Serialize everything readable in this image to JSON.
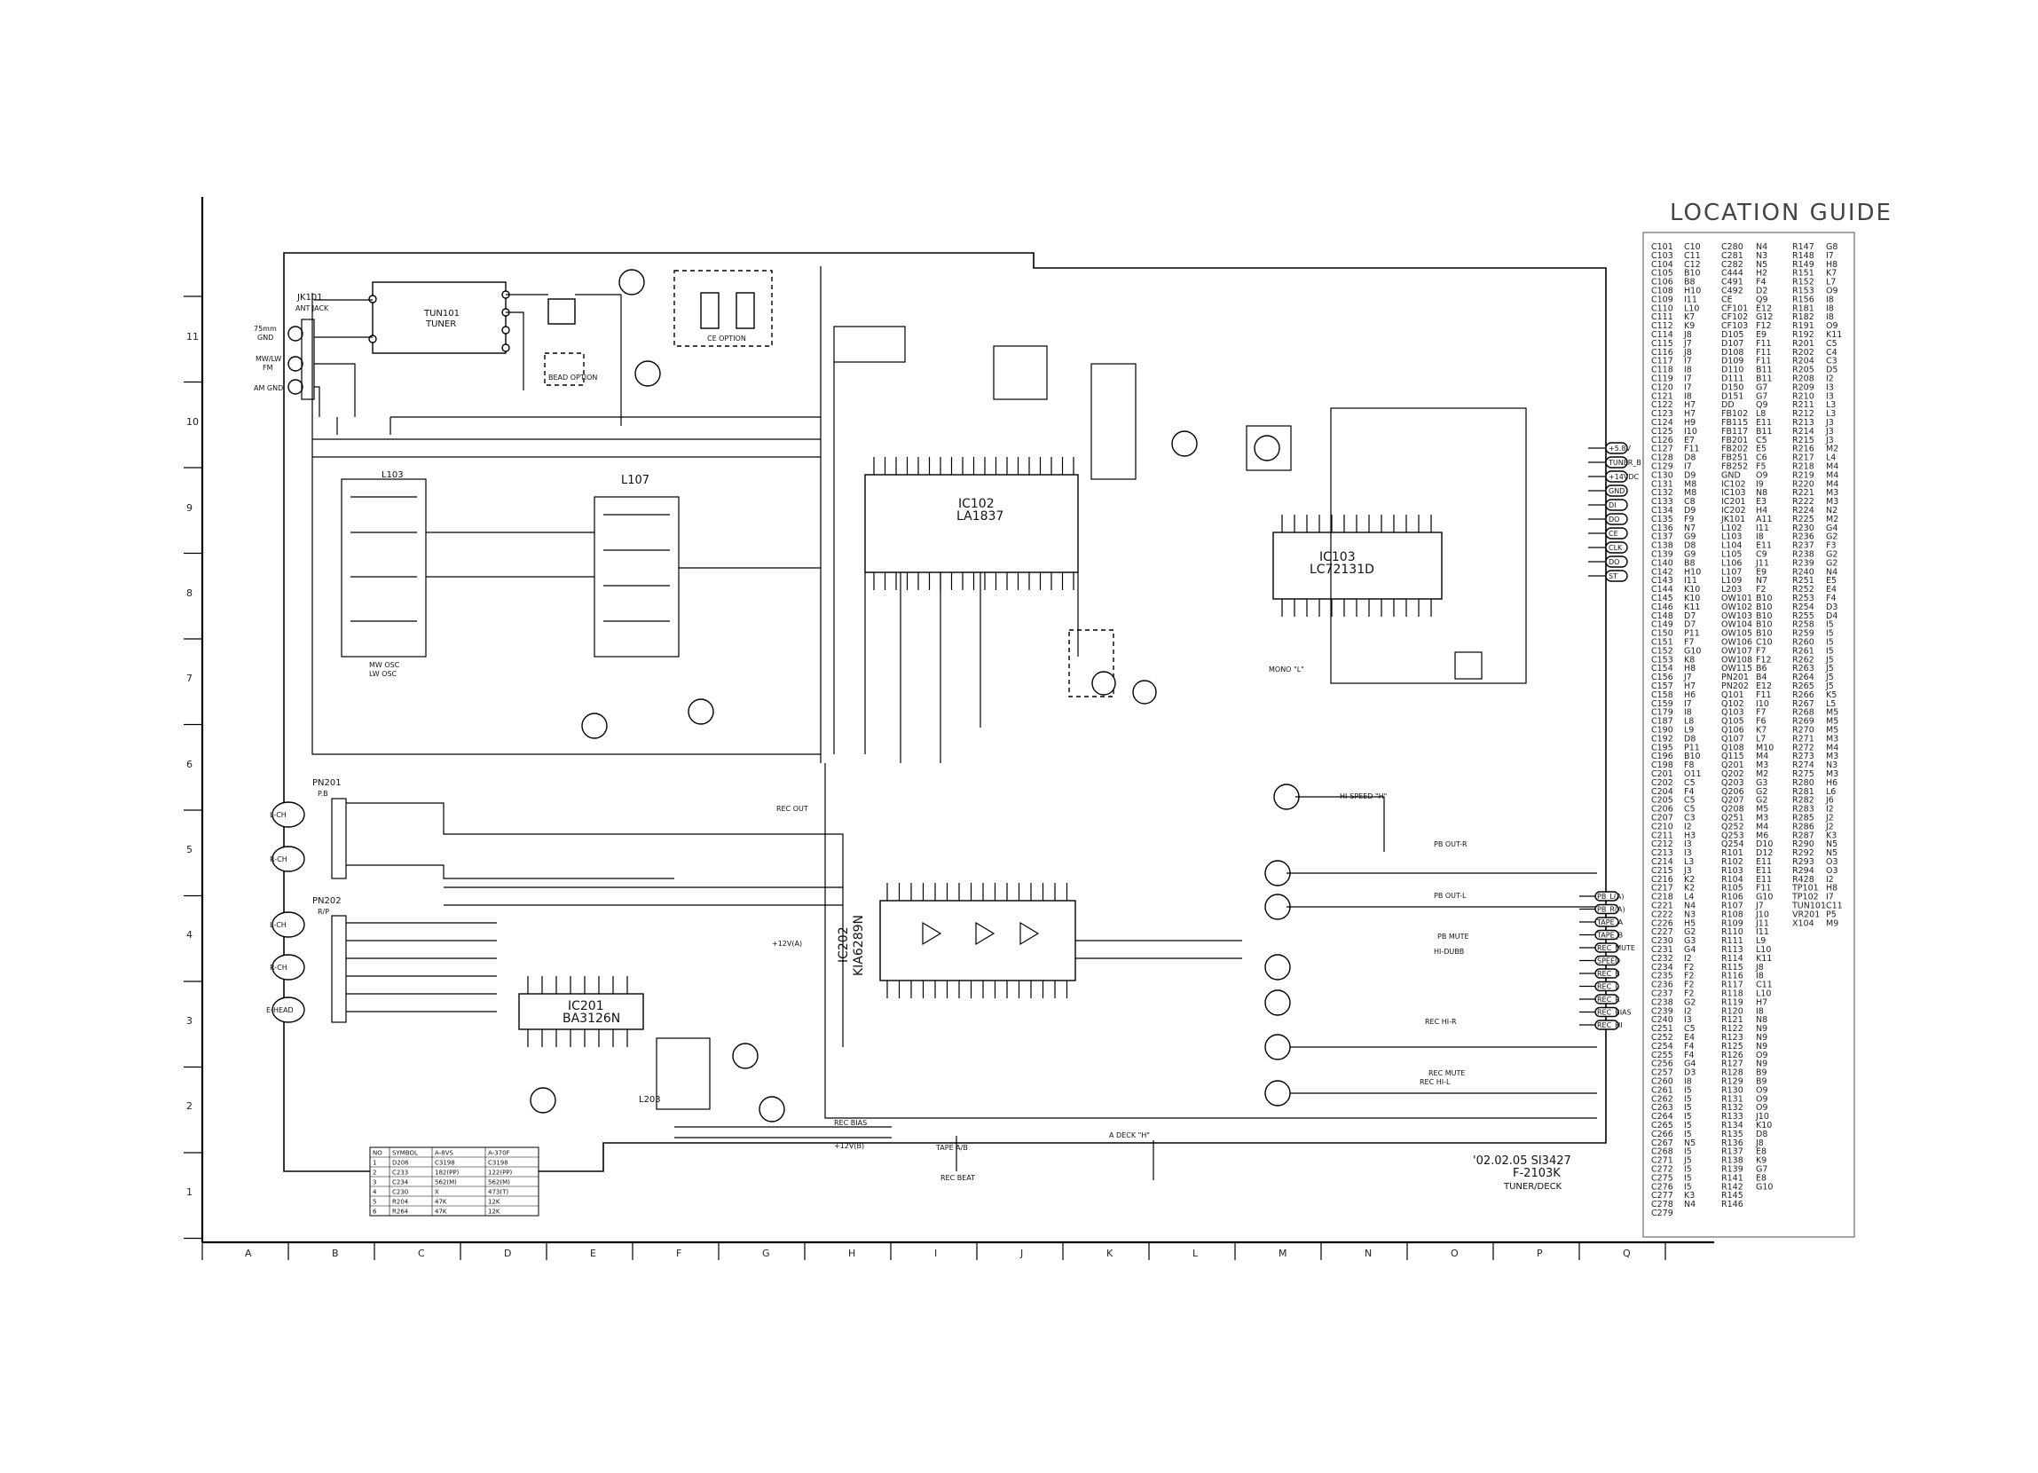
{
  "guide": {
    "title": "LOCATION GUIDE",
    "col1": [
      "C101",
      "C103",
      "C104",
      "C105",
      "C106",
      "C108",
      "C109",
      "C110",
      "C111",
      "C112",
      "C114",
      "C115",
      "C116",
      "C117",
      "C118",
      "C119",
      "C120",
      "C121",
      "C122",
      "C123",
      "C124",
      "C125",
      "C126",
      "C127",
      "C128",
      "C129",
      "C130",
      "C131",
      "C132",
      "C133",
      "C134",
      "C135",
      "C136",
      "C137",
      "C138",
      "C139",
      "C140",
      "C142",
      "C143",
      "C144",
      "C145",
      "C146",
      "C148",
      "C149",
      "C150",
      "C151",
      "C152",
      "C153",
      "C154",
      "C156",
      "C157",
      "C158",
      "C159",
      "C179",
      "C187",
      "C190",
      "C192",
      "C195",
      "C196",
      "C198",
      "C201",
      "C202",
      "C204",
      "C205",
      "C206",
      "C207",
      "C210",
      "C211",
      "C212",
      "C213",
      "C214",
      "C215",
      "C216",
      "C217",
      "C218",
      "C221",
      "C222",
      "C226",
      "C227",
      "C230",
      "C231",
      "C232",
      "C234",
      "C235",
      "C236",
      "C237",
      "C238",
      "C239",
      "C240",
      "C251",
      "C252",
      "C254",
      "C255",
      "C256",
      "C257",
      "C260",
      "C261",
      "C262",
      "C263",
      "C264",
      "C265",
      "C266",
      "C267",
      "C268",
      "C271",
      "C272",
      "C275",
      "C276",
      "C277",
      "C278",
      "C279"
    ],
    "col2": [
      "C10",
      "C11",
      "C12",
      "B10",
      "B8",
      "H10",
      "I11",
      "L10",
      "K7",
      "K9",
      "J8",
      "J7",
      "J8",
      "I7",
      "I8",
      "I7",
      "I7",
      "I8",
      "H7",
      "H7",
      "H9",
      "I10",
      "E7",
      "F11",
      "D8",
      "I7",
      "D9",
      "M8",
      "M8",
      "C8",
      "D9",
      "F9",
      "N7",
      "G9",
      "D8",
      "G9",
      "B8",
      "H10",
      "I11",
      "K10",
      "K10",
      "K11",
      "D7",
      "D7",
      "P11",
      "F7",
      "G10",
      "K8",
      "H8",
      "J7",
      "H7",
      "H6",
      "I7",
      "I8",
      "L8",
      "L9",
      "D8",
      "P11",
      "B10",
      "F8",
      "O11",
      "C5",
      "F4",
      "C5",
      "C5",
      "C3",
      "I2",
      "H3",
      "I3",
      "I3",
      "L3",
      "J3",
      "K2",
      "K2",
      "L4",
      "N4",
      "N3",
      "H5",
      "G2",
      "G3",
      "G4",
      "I2",
      "F2",
      "F2",
      "F2",
      "F2",
      "G2",
      "I2",
      "I3",
      "C5",
      "E4",
      "F4",
      "F4",
      "G4",
      "D3",
      "I8",
      "I5",
      "I5",
      "I5",
      "I5",
      "I5",
      "I5",
      "N5",
      "I5",
      "J5",
      "I5",
      "I5",
      "I5",
      "K3",
      "N4"
    ],
    "col3": [
      "C280",
      "C281",
      "C282",
      "C444",
      "C491",
      "C492",
      "CE",
      "CF101",
      "CF102",
      "CF103",
      "D105",
      "D107",
      "D108",
      "D109",
      "D110",
      "D111",
      "D150",
      "D151",
      "DD",
      "FB102",
      "FB115",
      "FB117",
      "FB201",
      "FB202",
      "FB251",
      "FB252",
      "GND",
      "IC102",
      "IC103",
      "IC201",
      "IC202",
      "JK101",
      "L102",
      "L103",
      "L104",
      "L105",
      "L106",
      "L107",
      "L109",
      "L203",
      "OW101",
      "OW102",
      "OW103",
      "OW104",
      "OW105",
      "OW106",
      "OW107",
      "OW108",
      "OW115",
      "PN201",
      "PN202",
      "Q101",
      "Q102",
      "Q103",
      "Q105",
      "Q106",
      "Q107",
      "Q108",
      "Q115",
      "Q201",
      "Q202",
      "Q203",
      "Q206",
      "Q207",
      "Q208",
      "Q251",
      "Q252",
      "Q253",
      "Q254",
      "R101",
      "R102",
      "R103",
      "R104",
      "R105",
      "R106",
      "R107",
      "R108",
      "R109",
      "R110",
      "R111",
      "R113",
      "R114",
      "R115",
      "R116",
      "R117",
      "R118",
      "R119",
      "R120",
      "R121",
      "R122",
      "R123",
      "R125",
      "R126",
      "R127",
      "R128",
      "R129",
      "R130",
      "R131",
      "R132",
      "R133",
      "R134",
      "R135",
      "R136",
      "R137",
      "R138",
      "R139",
      "R141",
      "R142",
      "R145",
      "R146"
    ],
    "col4": [
      "N4",
      "N3",
      "N5",
      "H2",
      "F4",
      "D2",
      "Q9",
      "E12",
      "G12",
      "F12",
      "E9",
      "F11",
      "F11",
      "F11",
      "B11",
      "B11",
      "G7",
      "G7",
      "Q9",
      "L8",
      "E11",
      "B11",
      "C5",
      "E5",
      "C6",
      "F5",
      "O9",
      "I9",
      "N8",
      "E3",
      "H4",
      "A11",
      "I11",
      "I8",
      "E11",
      "C9",
      "J11",
      "E9",
      "N7",
      "F2",
      "B10",
      "B10",
      "B10",
      "B10",
      "B10",
      "C10",
      "F7",
      "F12",
      "B6",
      "B4",
      "E12",
      "F11",
      "I10",
      "F7",
      "F6",
      "K7",
      "L7",
      "M10",
      "M4",
      "M3",
      "M2",
      "G3",
      "G2",
      "G2",
      "M5",
      "M3",
      "M4",
      "M6",
      "D10",
      "D12",
      "E11",
      "E11",
      "E11",
      "F11",
      "G10",
      "J7",
      "J10",
      "J11",
      "I11",
      "L9",
      "L10",
      "K11",
      "J8",
      "I8",
      "C11",
      "L10",
      "H7",
      "I8",
      "N8",
      "N9",
      "N9",
      "N9",
      "O9",
      "N9",
      "B9",
      "B9",
      "O9",
      "O9",
      "O9",
      "J10",
      "K10",
      "D8",
      "J8",
      "E8",
      "K9",
      "G7",
      "E8",
      "G10"
    ],
    "col5": [
      "R147",
      "R148",
      "R149",
      "R151",
      "R152",
      "R153",
      "R156",
      "R181",
      "R182",
      "R191",
      "R192",
      "R201",
      "R202",
      "R204",
      "R205",
      "R208",
      "R209",
      "R210",
      "R211",
      "R212",
      "R213",
      "R214",
      "R215",
      "R216",
      "R217",
      "R218",
      "R219",
      "R220",
      "R221",
      "R222",
      "R224",
      "R225",
      "R230",
      "R236",
      "R237",
      "R238",
      "R239",
      "R240",
      "R251",
      "R252",
      "R253",
      "R254",
      "R255",
      "R258",
      "R259",
      "R260",
      "R261",
      "R262",
      "R263",
      "R264",
      "R265",
      "R266",
      "R267",
      "R268",
      "R269",
      "R270",
      "R271",
      "R272",
      "R273",
      "R274",
      "R275",
      "R280",
      "R281",
      "R282",
      "R283",
      "R285",
      "R286",
      "R287",
      "R290",
      "R292",
      "R293",
      "R294",
      "R428",
      "TP101",
      "TP102",
      "TUN101",
      "VR201",
      "X104"
    ],
    "col6": [
      "G8",
      "I7",
      "H8",
      "K7",
      "L7",
      "O9",
      "I8",
      "I8",
      "I8",
      "O9",
      "K11",
      "C5",
      "C4",
      "C3",
      "D5",
      "I2",
      "I3",
      "I3",
      "L3",
      "L3",
      "J3",
      "J3",
      "J3",
      "M2",
      "L4",
      "M4",
      "M4",
      "M4",
      "M3",
      "M3",
      "N2",
      "M2",
      "G4",
      "G2",
      "F3",
      "G2",
      "G2",
      "N4",
      "E5",
      "E4",
      "F4",
      "D3",
      "D4",
      "I5",
      "I5",
      "I5",
      "I5",
      "J5",
      "J5",
      "J5",
      "J5",
      "K5",
      "L5",
      "M5",
      "M5",
      "M5",
      "M3",
      "M4",
      "M3",
      "N3",
      "M3",
      "H6",
      "L6",
      "J6",
      "I2",
      "J2",
      "J2",
      "K3",
      "N5",
      "N5",
      "O3",
      "O3",
      "I2",
      "H8",
      "I7",
      "C11",
      "P5",
      "M9"
    ]
  },
  "rows": [
    "11",
    "10",
    "9",
    "8",
    "7",
    "6",
    "5",
    "4",
    "3",
    "2",
    "1"
  ],
  "cols": [
    "A",
    "B",
    "C",
    "D",
    "E",
    "F",
    "G",
    "H",
    "I",
    "J",
    "K",
    "L",
    "M",
    "N",
    "O",
    "P",
    "Q"
  ],
  "ics": {
    "ic102": {
      "ref": "IC102",
      "part": "LA1837"
    },
    "ic103": {
      "ref": "IC103",
      "part": "LC72131D"
    },
    "ic201": {
      "ref": "IC201",
      "part": "BA3126N"
    },
    "ic202": {
      "ref": "IC202",
      "part": "KIA6289N"
    }
  },
  "tuner": {
    "ref": "TUN101",
    "label": "TUNER"
  },
  "jacks": {
    "jk101": "JK101",
    "jk101_sub": "ANT JACK",
    "pn201": "PN201",
    "pn201_sub": "P.B",
    "pn202": "PN202",
    "pn202_sub": "R/P"
  },
  "heads": [
    "L-CH",
    "R-CH",
    "L-CH",
    "R-CH",
    "E-HEAD"
  ],
  "antenna_labels": [
    "75mm",
    "GND",
    "MW/LW",
    "FM",
    "AM GND"
  ],
  "coils": {
    "l103": "L103",
    "l107": "L107",
    "l203": "L203",
    "mw_osc": "MW OSC",
    "lw_osc": "LW OSC"
  },
  "connector_pins": [
    "+5.8V",
    "TUNER_B",
    "+14VDC",
    "GND",
    "DI",
    "DO",
    "CE",
    "CLK",
    "DO",
    "ST"
  ],
  "deck_pins": [
    "PB_L(A)",
    "PB_R(A)",
    "TAPE_A",
    "TAPE_B",
    "REC_MUTE",
    "SPEED",
    "REC_B",
    "REC_L",
    "REC_R",
    "REC_BIAS",
    "REC_HI"
  ],
  "signals": [
    "REC OUT",
    "PB OUT-R",
    "PB OUT-L",
    "PB MUTE",
    "HI-DUBB",
    "REC MUTE",
    "REC HI-R",
    "REC HI-L",
    "HI-SPEED \"H\"",
    "A DECK \"H\"",
    "TAPE A/B",
    "REC BIAS",
    "REC BEAT",
    "+12V(A)",
    "+12V(B)",
    "MONO \"L\""
  ],
  "option_labels": [
    "CE OPTION",
    "BEAD OPTION"
  ],
  "notes": {
    "date_code": "'02.02.05 SI3427",
    "model": "F-2103K",
    "subtitle": "TUNER/DECK"
  },
  "table": {
    "headers": [
      "NO",
      "SYMBOL",
      "A-8VS",
      "A-370F"
    ],
    "rows": [
      [
        "1",
        "D206",
        "C3198",
        "C3198"
      ],
      [
        "2",
        "C233",
        "182(PP)",
        "122(PP)"
      ],
      [
        "3",
        "C234",
        "562(M)",
        "562(M)"
      ],
      [
        "4",
        "C230",
        "X",
        "473(T)"
      ],
      [
        "5",
        "R204",
        "47K",
        "12K"
      ],
      [
        "6",
        "R264",
        "47K",
        "12K"
      ]
    ]
  }
}
